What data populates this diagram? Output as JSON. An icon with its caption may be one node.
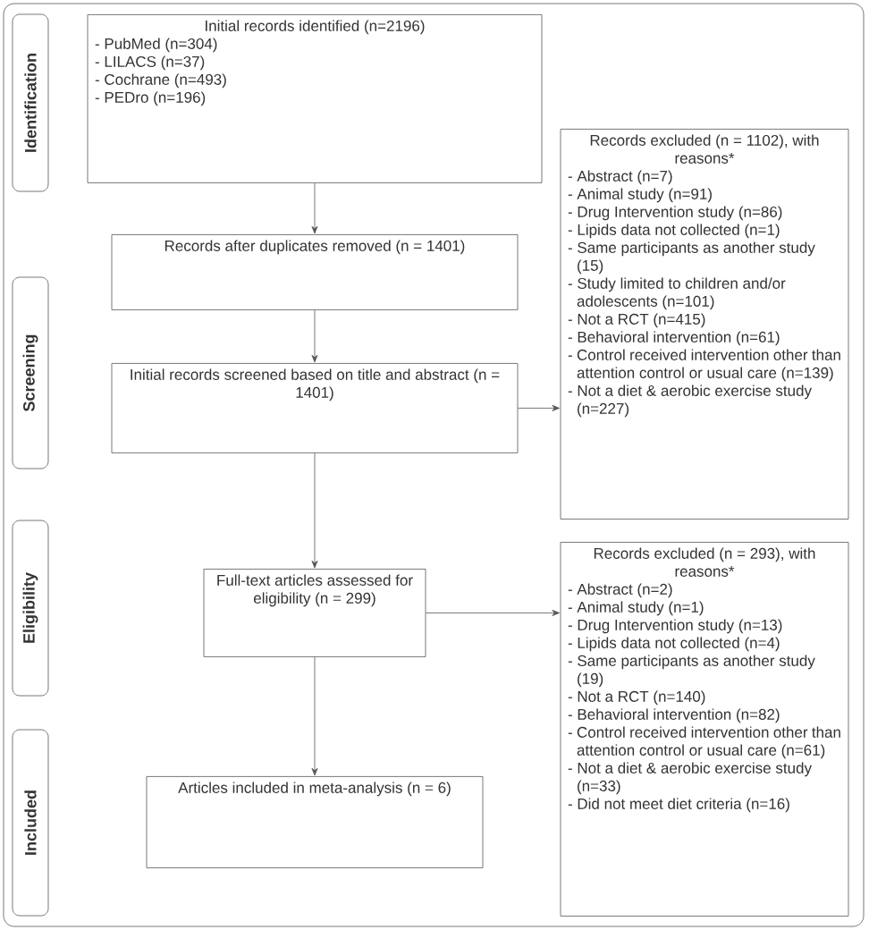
{
  "diagram": {
    "nodes": [
      {
        "text": [
          "Identification"
        ]
      },
      {
        "text": [
          "Screening"
        ]
      },
      {
        "text": [
          "Eligibility"
        ]
      },
      {
        "text": [
          "Included"
        ]
      },
      {
        "text": [
          "Initial records identified (n=2196)",
          "- PubMed (n=304)",
          "- LILACS (n=37)",
          "- Cochrane (n=493)",
          "- PEDro (n=196)"
        ]
      },
      {
        "text": [
          "Records after duplicates removed (n = 1401)"
        ]
      },
      {
        "text": [
          "Initial records screened based on title and abstract (n = 1401)"
        ]
      },
      {
        "text": [
          "Records excluded (n = 1102), with reasons*",
          "- Abstract (n=7)",
          "- Animal study (n=91)",
          "- Drug Intervention study (n=86)",
          "- Lipids data not collected (n=1)",
          "- Same participants as another study (15)",
          "- Study limited to children and/or adolescents (n=101)",
          "- Not a RCT (n=415)",
          "- Behavioral intervention (n=61)",
          "- Control received intervention other than attention control or usual care (n=139)",
          "- Not a diet & aerobic exercise study (n=227)"
        ]
      },
      {
        "text": [
          "Full-text articles assessed for eligibility (n = 299)"
        ]
      },
      {
        "text": [
          "Records excluded (n = 293), with reasons*",
          "- Abstract (n=2)",
          "- Animal study (n=1)",
          "- Drug Intervention study (n=13)",
          "- Lipids data not collected (n=4)",
          "- Same participants as another study (19)",
          "- Not a RCT (n=140)",
          "- Behavioral intervention (n=82)",
          "- Control received intervention other than attention control or usual care (n=61)",
          "- Not a diet & aerobic exercise study (n=33)",
          "- Did not meet diet criteria (n=16)"
        ]
      },
      {
        "text": [
          "Articles included in meta-analysis (n = 6)"
        ]
      }
    ],
    "edges": [
      {
        "from": 4,
        "to": 5,
        "arrow": "to"
      },
      {
        "from": 5,
        "to": 6,
        "arrow": "to"
      },
      {
        "from": 6,
        "to": 7,
        "arrow": "to"
      },
      {
        "from": 6,
        "to": 8,
        "arrow": "to"
      },
      {
        "from": 8,
        "to": 9,
        "arrow": "to"
      },
      {
        "from": 8,
        "to": 10,
        "arrow": "to"
      }
    ]
  }
}
